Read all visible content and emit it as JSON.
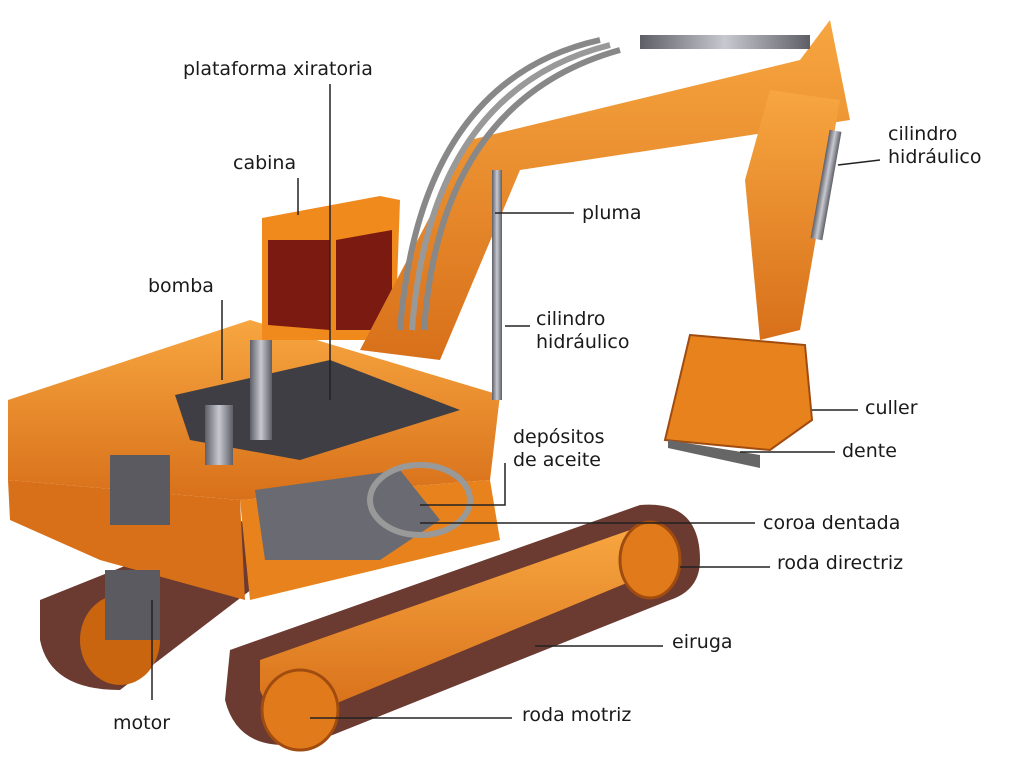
{
  "labels": {
    "plataforma_xiratoria": "plataforma xiratoria",
    "cabina": "cabina",
    "bomba": "bomba",
    "pluma": "pluma",
    "cilindro_hidraulico_top_1": "cilindro",
    "cilindro_hidraulico_top_2": "hidráulico",
    "cilindro_hidraulico_mid_1": "cilindro",
    "cilindro_hidraulico_mid_2": "hidráulico",
    "culler": "culler",
    "dente": "dente",
    "depositos_1": "depósitos",
    "depositos_2": "de aceite",
    "coroa_dentada": "coroa dentada",
    "roda_directriz": "roda directriz",
    "eiruga": "eiruga",
    "motor": "motor",
    "roda_motriz": "roda motriz"
  },
  "colors": {
    "body": "#f08a1c",
    "shade": "#c9650f",
    "track": "#6b3a30",
    "metal": "#8c8c94"
  }
}
